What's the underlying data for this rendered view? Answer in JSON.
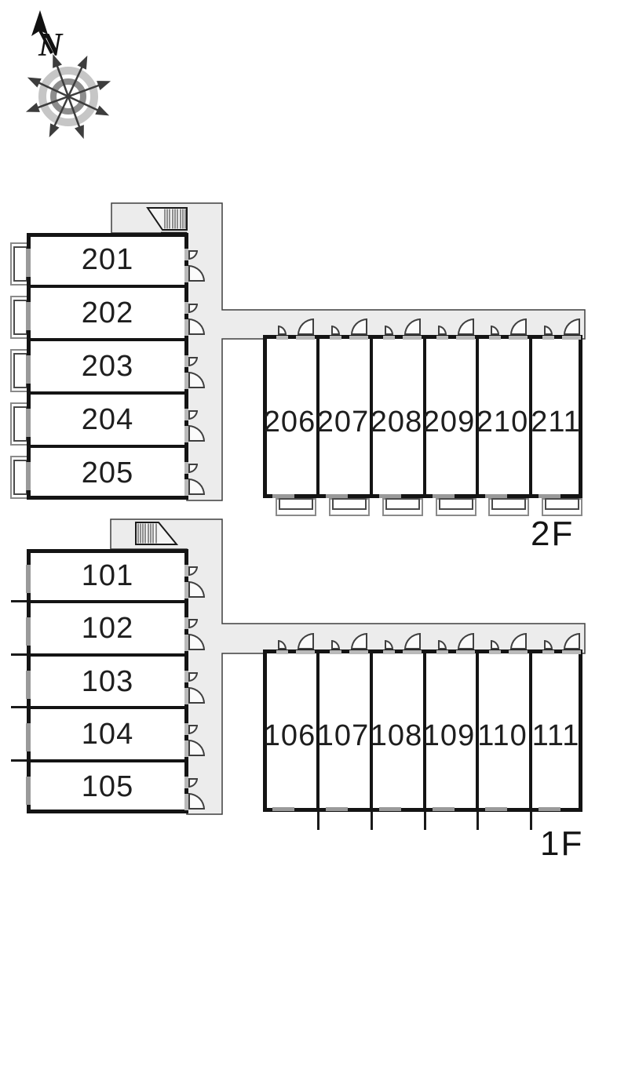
{
  "compass": {
    "north_label": "N"
  },
  "floors": [
    {
      "label": "2F",
      "left_rooms": [
        "201",
        "202",
        "203",
        "204",
        "205"
      ],
      "right_rooms": [
        "206",
        "207",
        "208",
        "209",
        "210",
        "211"
      ]
    },
    {
      "label": "1F",
      "left_rooms": [
        "101",
        "102",
        "103",
        "104",
        "105"
      ],
      "right_rooms": [
        "106",
        "107",
        "108",
        "109",
        "110",
        "111"
      ]
    }
  ],
  "colors": {
    "corridor_fill": "#ececec",
    "wall": "#141414",
    "balcony_outline": "#8a8a8a",
    "window_mark": "#9a9a9a",
    "door_arc": "#3f3f3f"
  }
}
